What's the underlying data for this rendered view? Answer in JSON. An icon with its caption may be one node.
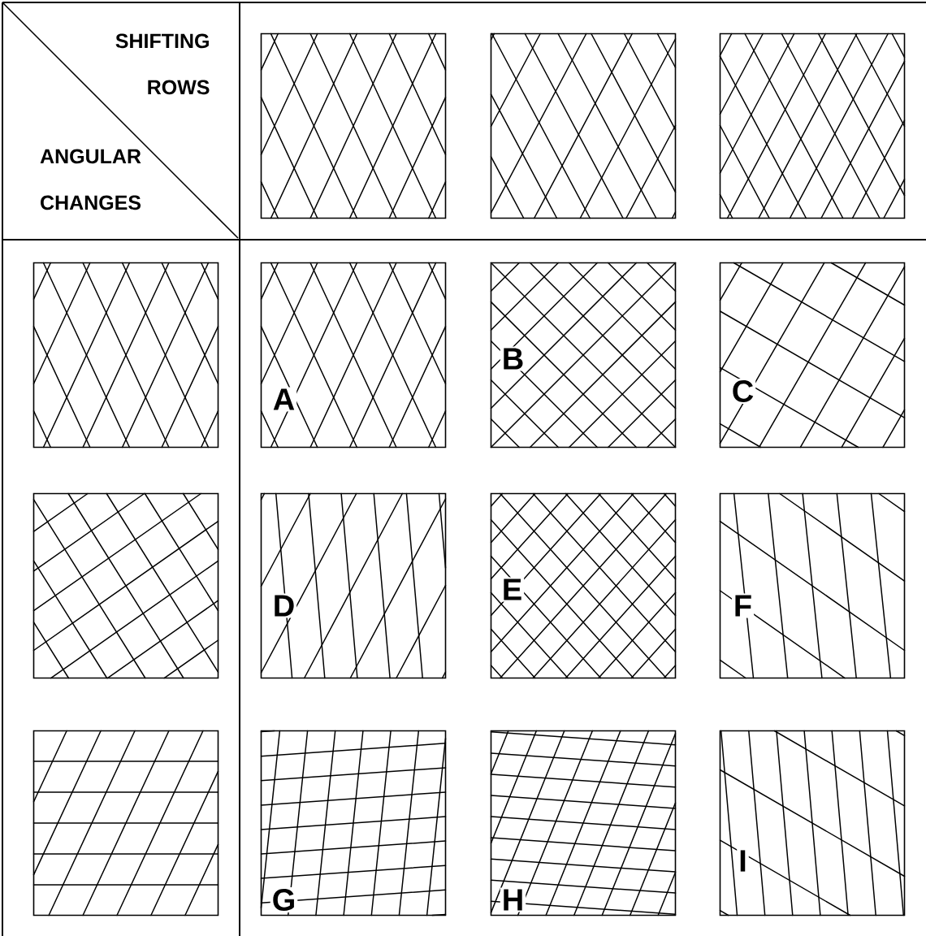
{
  "diagram": {
    "nodes": [
      {
        "text": [],
        "shape": "box"
      },
      {
        "text": [],
        "shape": "box"
      },
      {
        "text": [],
        "shape": "box"
      },
      {
        "text": [],
        "shape": "box"
      },
      {
        "text": [
          "A"
        ]
      },
      {
        "text": [
          "B"
        ]
      },
      {
        "text": [
          "C"
        ]
      },
      {
        "text": [],
        "shape": "box"
      },
      {
        "text": [
          "D"
        ]
      },
      {
        "text": [
          "E"
        ]
      },
      {
        "text": [
          "F"
        ]
      },
      {
        "text": [],
        "shape": "box"
      },
      {
        "text": [
          "G"
        ]
      },
      {
        "text": [
          "H"
        ]
      },
      {
        "text": [
          "I"
        ]
      }
    ],
    "labels": [
      "SHIFTING ROWS",
      "ANGULAR CHANGES"
    ]
  }
}
